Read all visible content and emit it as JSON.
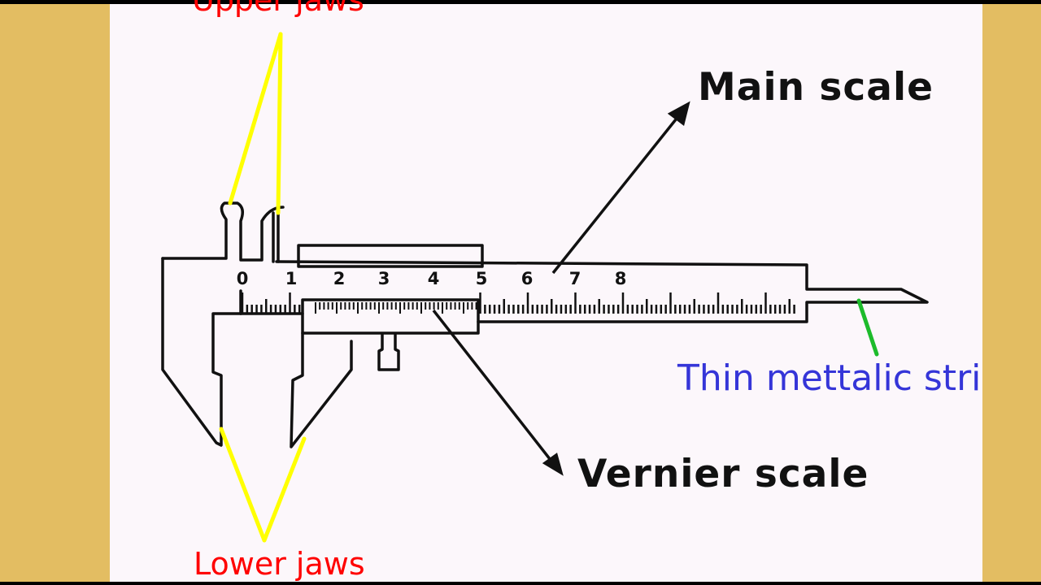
{
  "labels": {
    "upper_jaws": "Upper jaws",
    "lower_jaws": "Lower jaws",
    "main_scale": "Main scale",
    "vernier_scale": "Vernier scale",
    "thin_metallic_strip": "Thin mettalic stri"
  },
  "scale_numbers": [
    "0",
    "1",
    "2",
    "3",
    "4",
    "5",
    "6",
    "7",
    "8"
  ],
  "colors": {
    "background_border": "#e3bd62",
    "panel": "#fcf7fb",
    "jaw_pointer": "#ffff00",
    "strip_pointer": "#1dbb2b",
    "jaw_label": "#ff0000",
    "strip_label": "#3535d8",
    "outline": "#111111"
  }
}
